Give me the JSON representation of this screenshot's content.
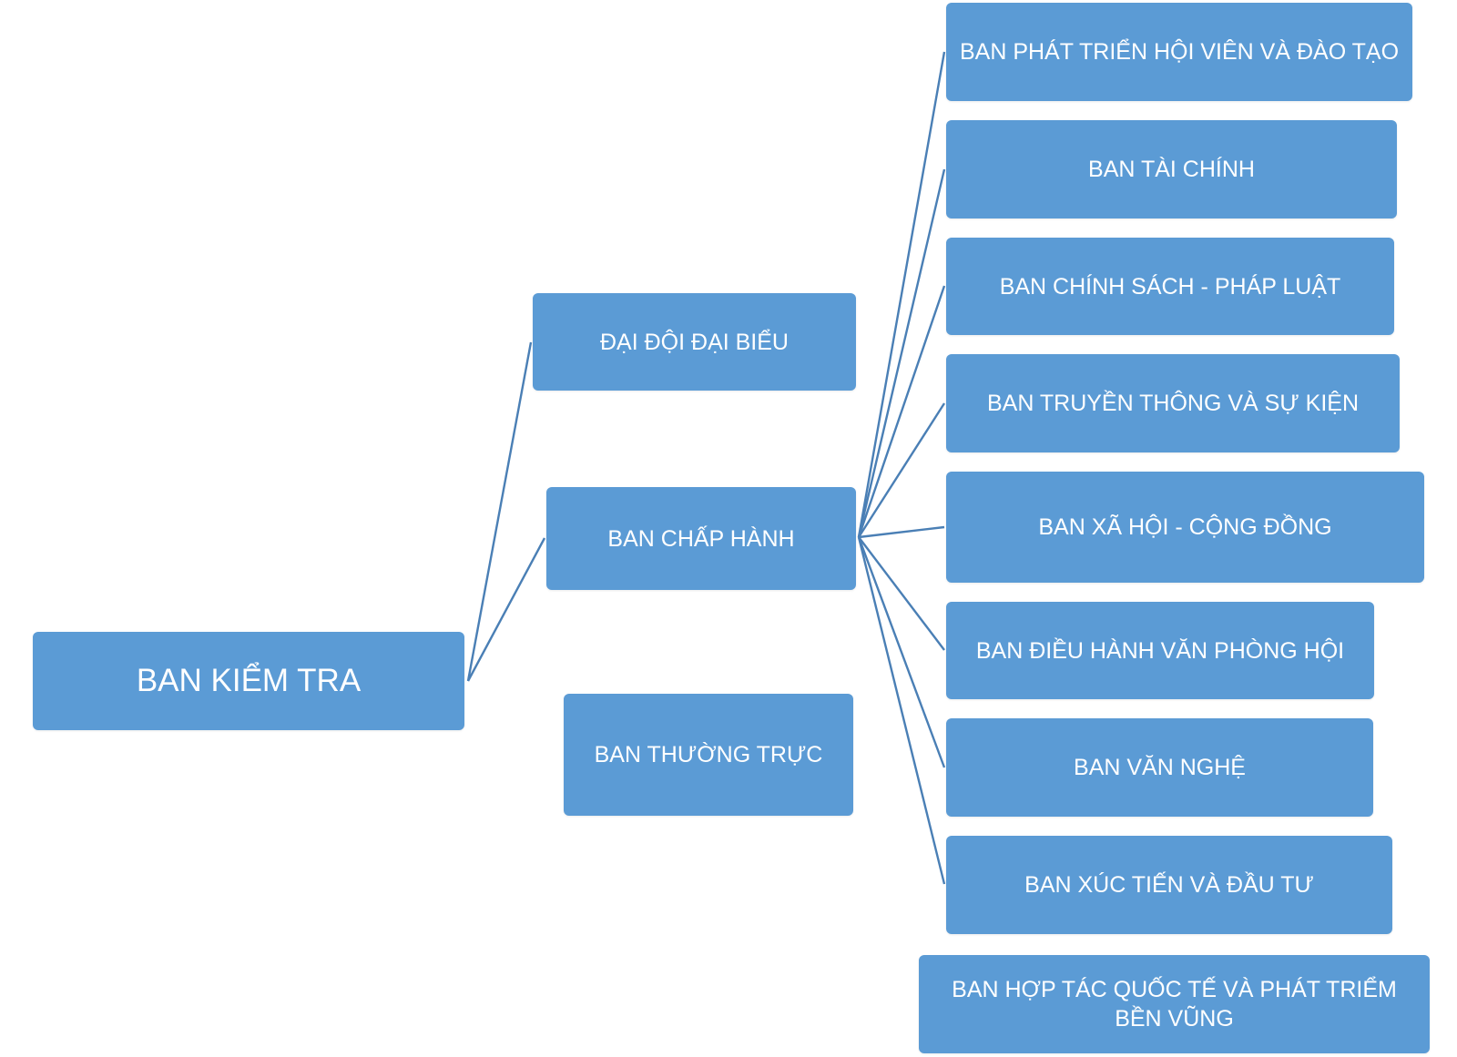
{
  "diagram": {
    "root": {
      "label": "BAN KIỂM TRA"
    },
    "level2": [
      {
        "id": "dai-doi-dai-bieu",
        "label": "ĐẠI ĐỘI ĐẠI BIỂU"
      },
      {
        "id": "ban-chap-hanh",
        "label": "BAN CHẤP HÀNH"
      },
      {
        "id": "ban-thuong-truc",
        "label": "BAN THƯỜNG TRỰC"
      }
    ],
    "level3": [
      {
        "id": "phat-trien-hoi-vien",
        "label": "BAN PHÁT TRIỂN HỘI VIÊN VÀ ĐÀO TẠO"
      },
      {
        "id": "tai-chinh",
        "label": "BAN TÀI CHÍNH"
      },
      {
        "id": "chinh-sach-phap-luat",
        "label": "BAN CHÍNH SÁCH - PHÁP LUẬT"
      },
      {
        "id": "truyen-thong-su-kien",
        "label": "BAN TRUYỀN THÔNG VÀ SỰ KIỆN"
      },
      {
        "id": "xa-hoi-cong-dong",
        "label": "BAN XÃ HỘI - CỘNG ĐỒNG"
      },
      {
        "id": "dieu-hanh-van-phong",
        "label": "BAN ĐIỀU HÀNH VĂN PHÒNG HỘI"
      },
      {
        "id": "van-nghe",
        "label": "BAN VĂN NGHỆ"
      },
      {
        "id": "xuc-tien-dau-tu",
        "label": "BAN XÚC TIẾN VÀ ĐẦU TƯ"
      },
      {
        "id": "hop-tac-quoc-te",
        "label": "BAN HỢP TÁC QUỐC TẾ VÀ PHÁT TRIỂM BỀN VŨNG"
      }
    ],
    "colors": {
      "box_fill": "#5b9bd5",
      "connector": "#4a7fb5",
      "text": "#ffffff"
    }
  }
}
